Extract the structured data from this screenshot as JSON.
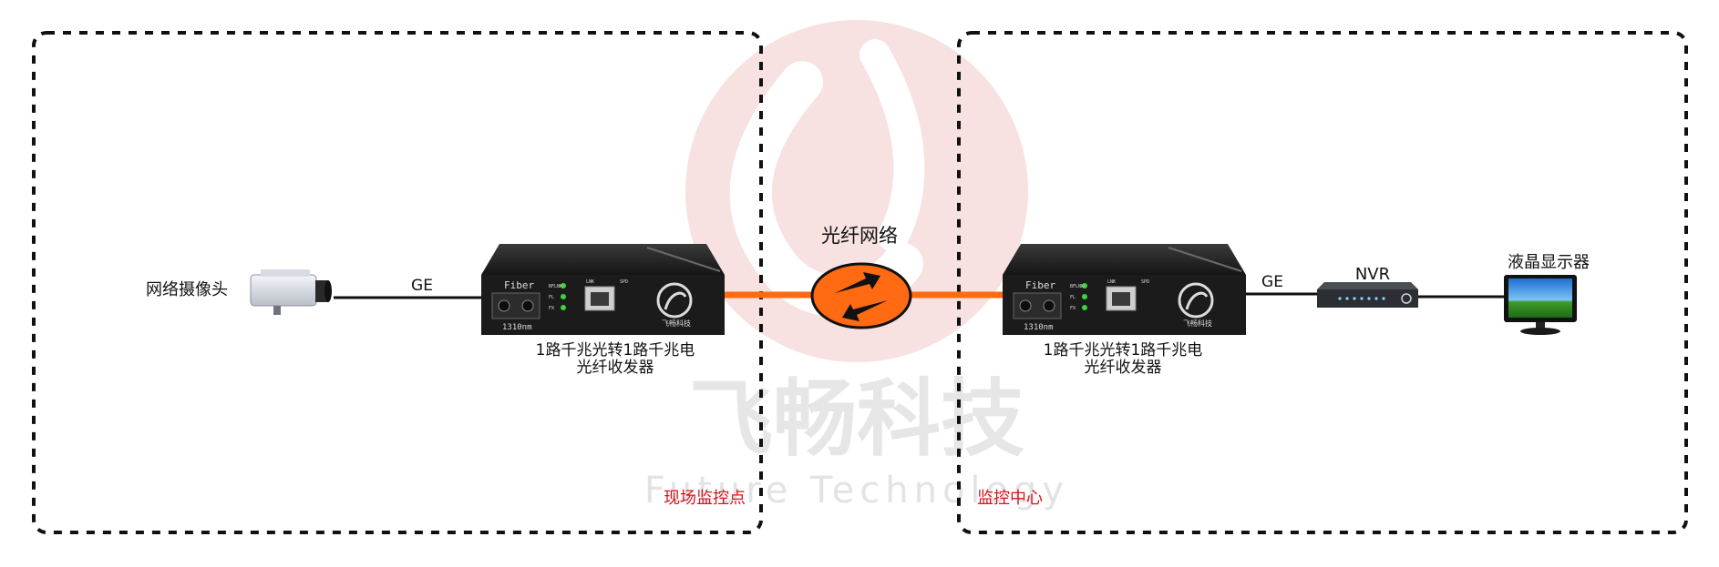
{
  "watermark": {
    "cn": "飞畅科技",
    "en": "Future Technology"
  },
  "zones": {
    "left_label": "现场监控点",
    "right_label": "监控中心"
  },
  "devices": {
    "camera_label": "网络摄像头",
    "converter_left": {
      "line1": "1路千兆光转1路千兆电",
      "line2": "光纤收发器",
      "port_label": "Fiber",
      "wavelength": "1310nm",
      "brand": "飞畅科技"
    },
    "converter_right": {
      "line1": "1路千兆光转1路千兆电",
      "line2": "光纤收发器",
      "port_label": "Fiber",
      "wavelength": "1310nm",
      "brand": "飞畅科技"
    },
    "network_label": "光纤网络",
    "nvr_label": "NVR",
    "monitor_label": "液晶显示器"
  },
  "links": {
    "ge_left": "GE",
    "ge_right": "GE"
  },
  "led_labels": [
    "BFLNK",
    "FL",
    "FX"
  ],
  "port_labels": [
    "LNK",
    "SPD"
  ],
  "colors": {
    "fiber": "#ff6a13",
    "zone_border": "#111111",
    "zone_label": "#d9141b",
    "device_body": "#1b1b1b"
  }
}
